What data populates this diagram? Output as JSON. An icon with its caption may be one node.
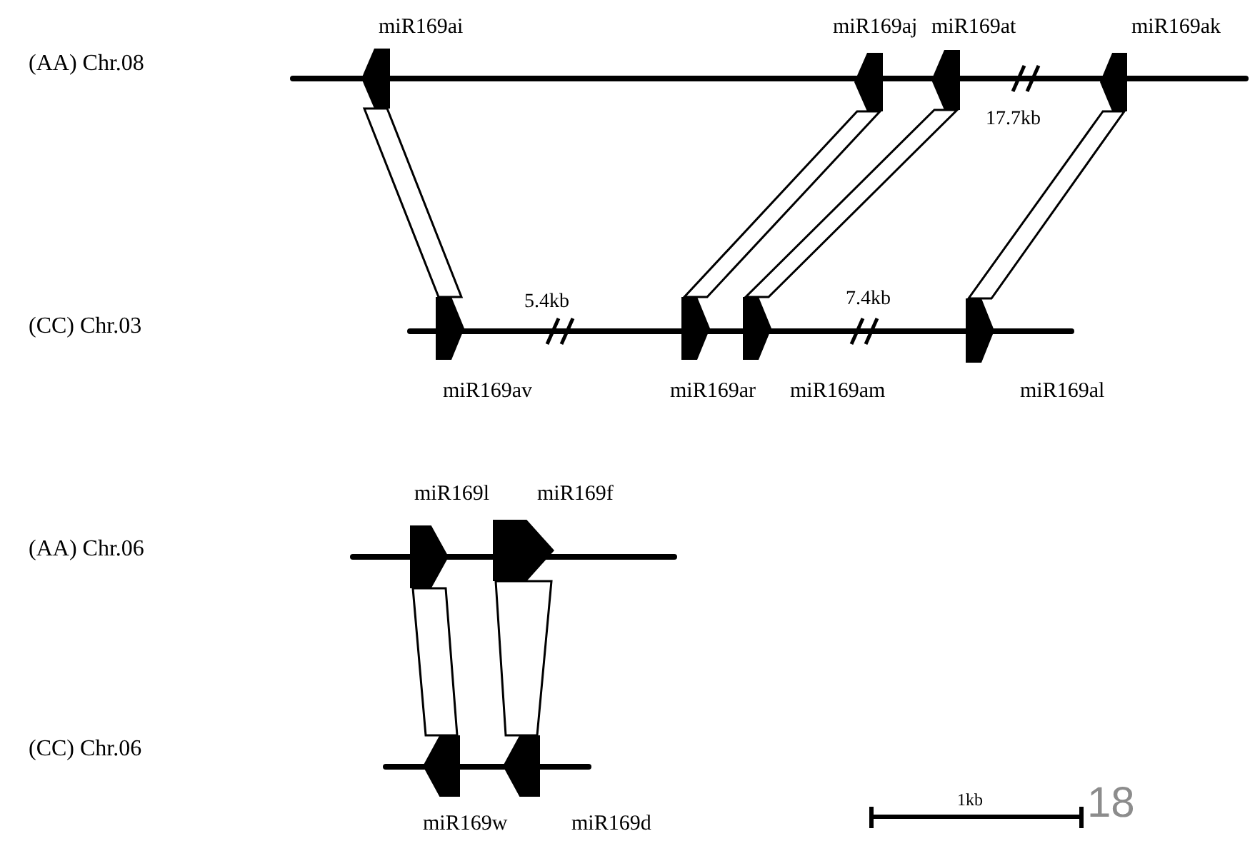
{
  "diagram": {
    "nodes": [
      {
        "text": [
          "miR169ai"
        ]
      },
      {
        "text": [
          "miR169aj"
        ]
      },
      {
        "text": [
          "miR169at"
        ]
      },
      {
        "text": [
          "miR169ak"
        ]
      },
      {
        "text": [
          "miR169av"
        ]
      },
      {
        "text": [
          "miR169ar"
        ]
      },
      {
        "text": [
          "miR169am"
        ]
      },
      {
        "text": [
          "miR169al"
        ]
      },
      {
        "text": [
          "miR169l"
        ]
      },
      {
        "text": [
          "miR169f"
        ]
      },
      {
        "text": [
          "miR169w"
        ]
      },
      {
        "text": [
          "miR169d"
        ]
      }
    ],
    "edges": [
      {
        "from": 0,
        "to": 4,
        "arrow": "none"
      },
      {
        "from": 1,
        "to": 5,
        "arrow": "none"
      },
      {
        "from": 2,
        "to": 6,
        "arrow": "none"
      },
      {
        "from": 3,
        "to": 7,
        "arrow": "none"
      },
      {
        "from": 8,
        "to": 10,
        "arrow": "none"
      },
      {
        "from": 9,
        "to": 11,
        "arrow": "none"
      }
    ],
    "labels": [
      "(AA) Chr.08",
      "17.7kb",
      "(CC) Chr.03",
      "5.4kb",
      "7.4kb",
      "(AA) Chr.06",
      "(CC) Chr.06",
      "1kb",
      "18"
    ]
  }
}
